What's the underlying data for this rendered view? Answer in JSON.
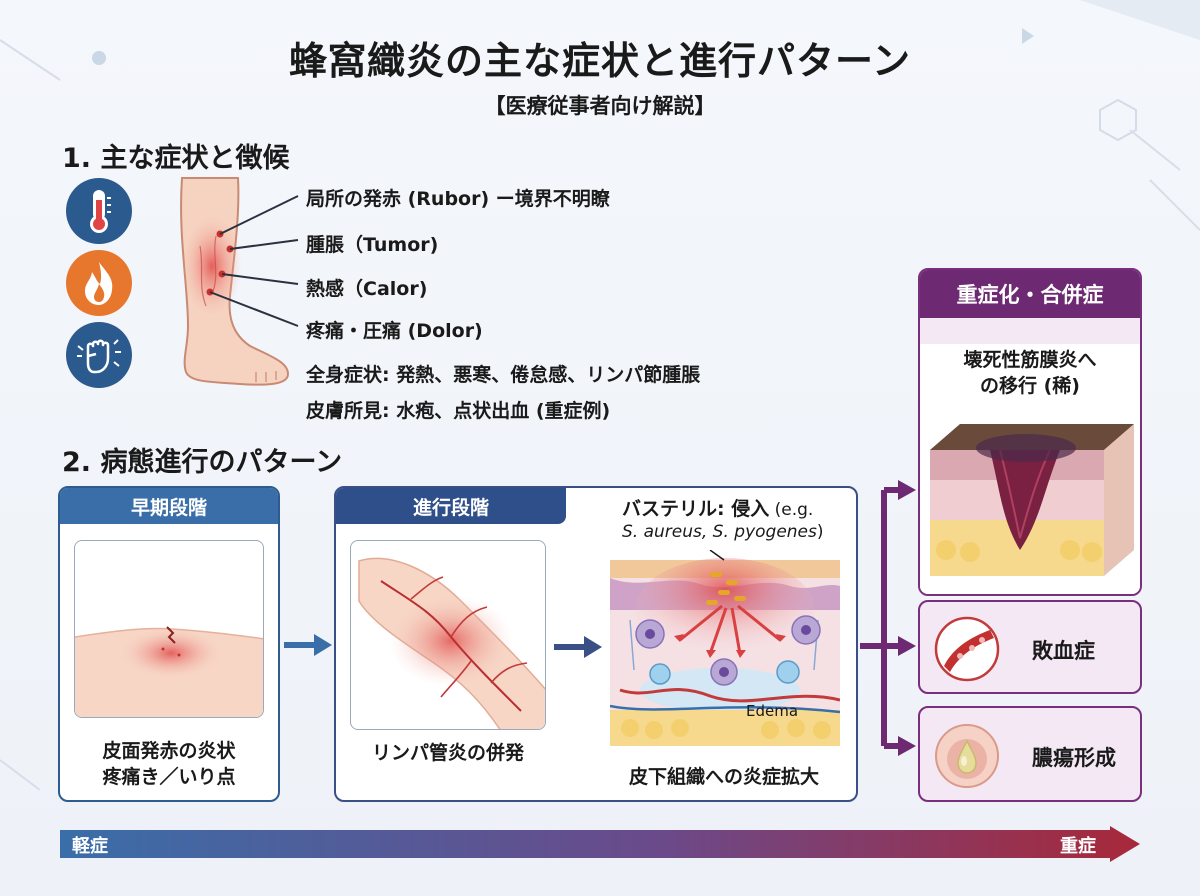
{
  "header": {
    "title": "蜂窩織炎の主な症状と進行パターン",
    "subtitle": "【医療従事者向け解説】"
  },
  "section1": {
    "heading": "1. 主な症状と徴候",
    "icons": [
      "thermometer-icon",
      "flame-icon",
      "fist-pain-icon"
    ],
    "symptoms": [
      "局所の発赤 (Rubor) ー境界不明瞭",
      "腫脹（Tumor)",
      "熱感（Calor)",
      "疼痛・圧痛 (Dolor)"
    ],
    "systemic": "全身症状: 発熱、悪寒、倦怠感、リンパ節腫脹",
    "skin": "皮膚所見: 水疱、点状出血 (重症例)"
  },
  "section2": {
    "heading": "2. 病態進行のパターン",
    "early": {
      "header": "早期段階",
      "caption_line1": "皮面発赤の炎状",
      "caption_line2": "疼痛き／いり点"
    },
    "advanced": {
      "header": "進行段階",
      "caption_left": "リンパ管炎の併発",
      "bacteria_title": "バステリル: 侵入",
      "bacteria_eg": " (e.g.",
      "bacteria_species": "S. aureus, S. pyogenes",
      "bacteria_close": ")",
      "edema": "Edema",
      "caption_right": "皮下組織への炎症拡大"
    }
  },
  "complications": {
    "header": "重症化・合併症",
    "nf_line1": "壊死性筋膜炎へ",
    "nf_line2": "の移行 (稀)",
    "sepsis": "敗血症",
    "abscess": "膿瘍形成"
  },
  "severity": {
    "mild": "軽症",
    "severe": "重症"
  },
  "colors": {
    "blue_primary": "#2f5c8f",
    "blue_icon": "#2b5a8e",
    "orange_icon": "#e8772e",
    "purple": "#6d2a72",
    "inflammation_red": "#e04545"
  }
}
